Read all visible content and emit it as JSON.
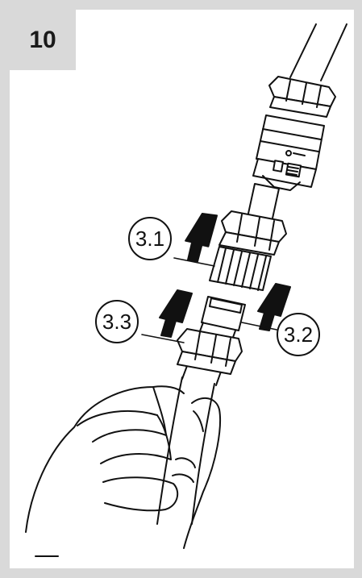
{
  "step": {
    "number": "10"
  },
  "callouts": {
    "c31": "3.1",
    "c32": "3.2",
    "c33": "3.3"
  },
  "colors": {
    "frame": "#d9d9d9",
    "line": "#111111",
    "background": "#ffffff"
  }
}
